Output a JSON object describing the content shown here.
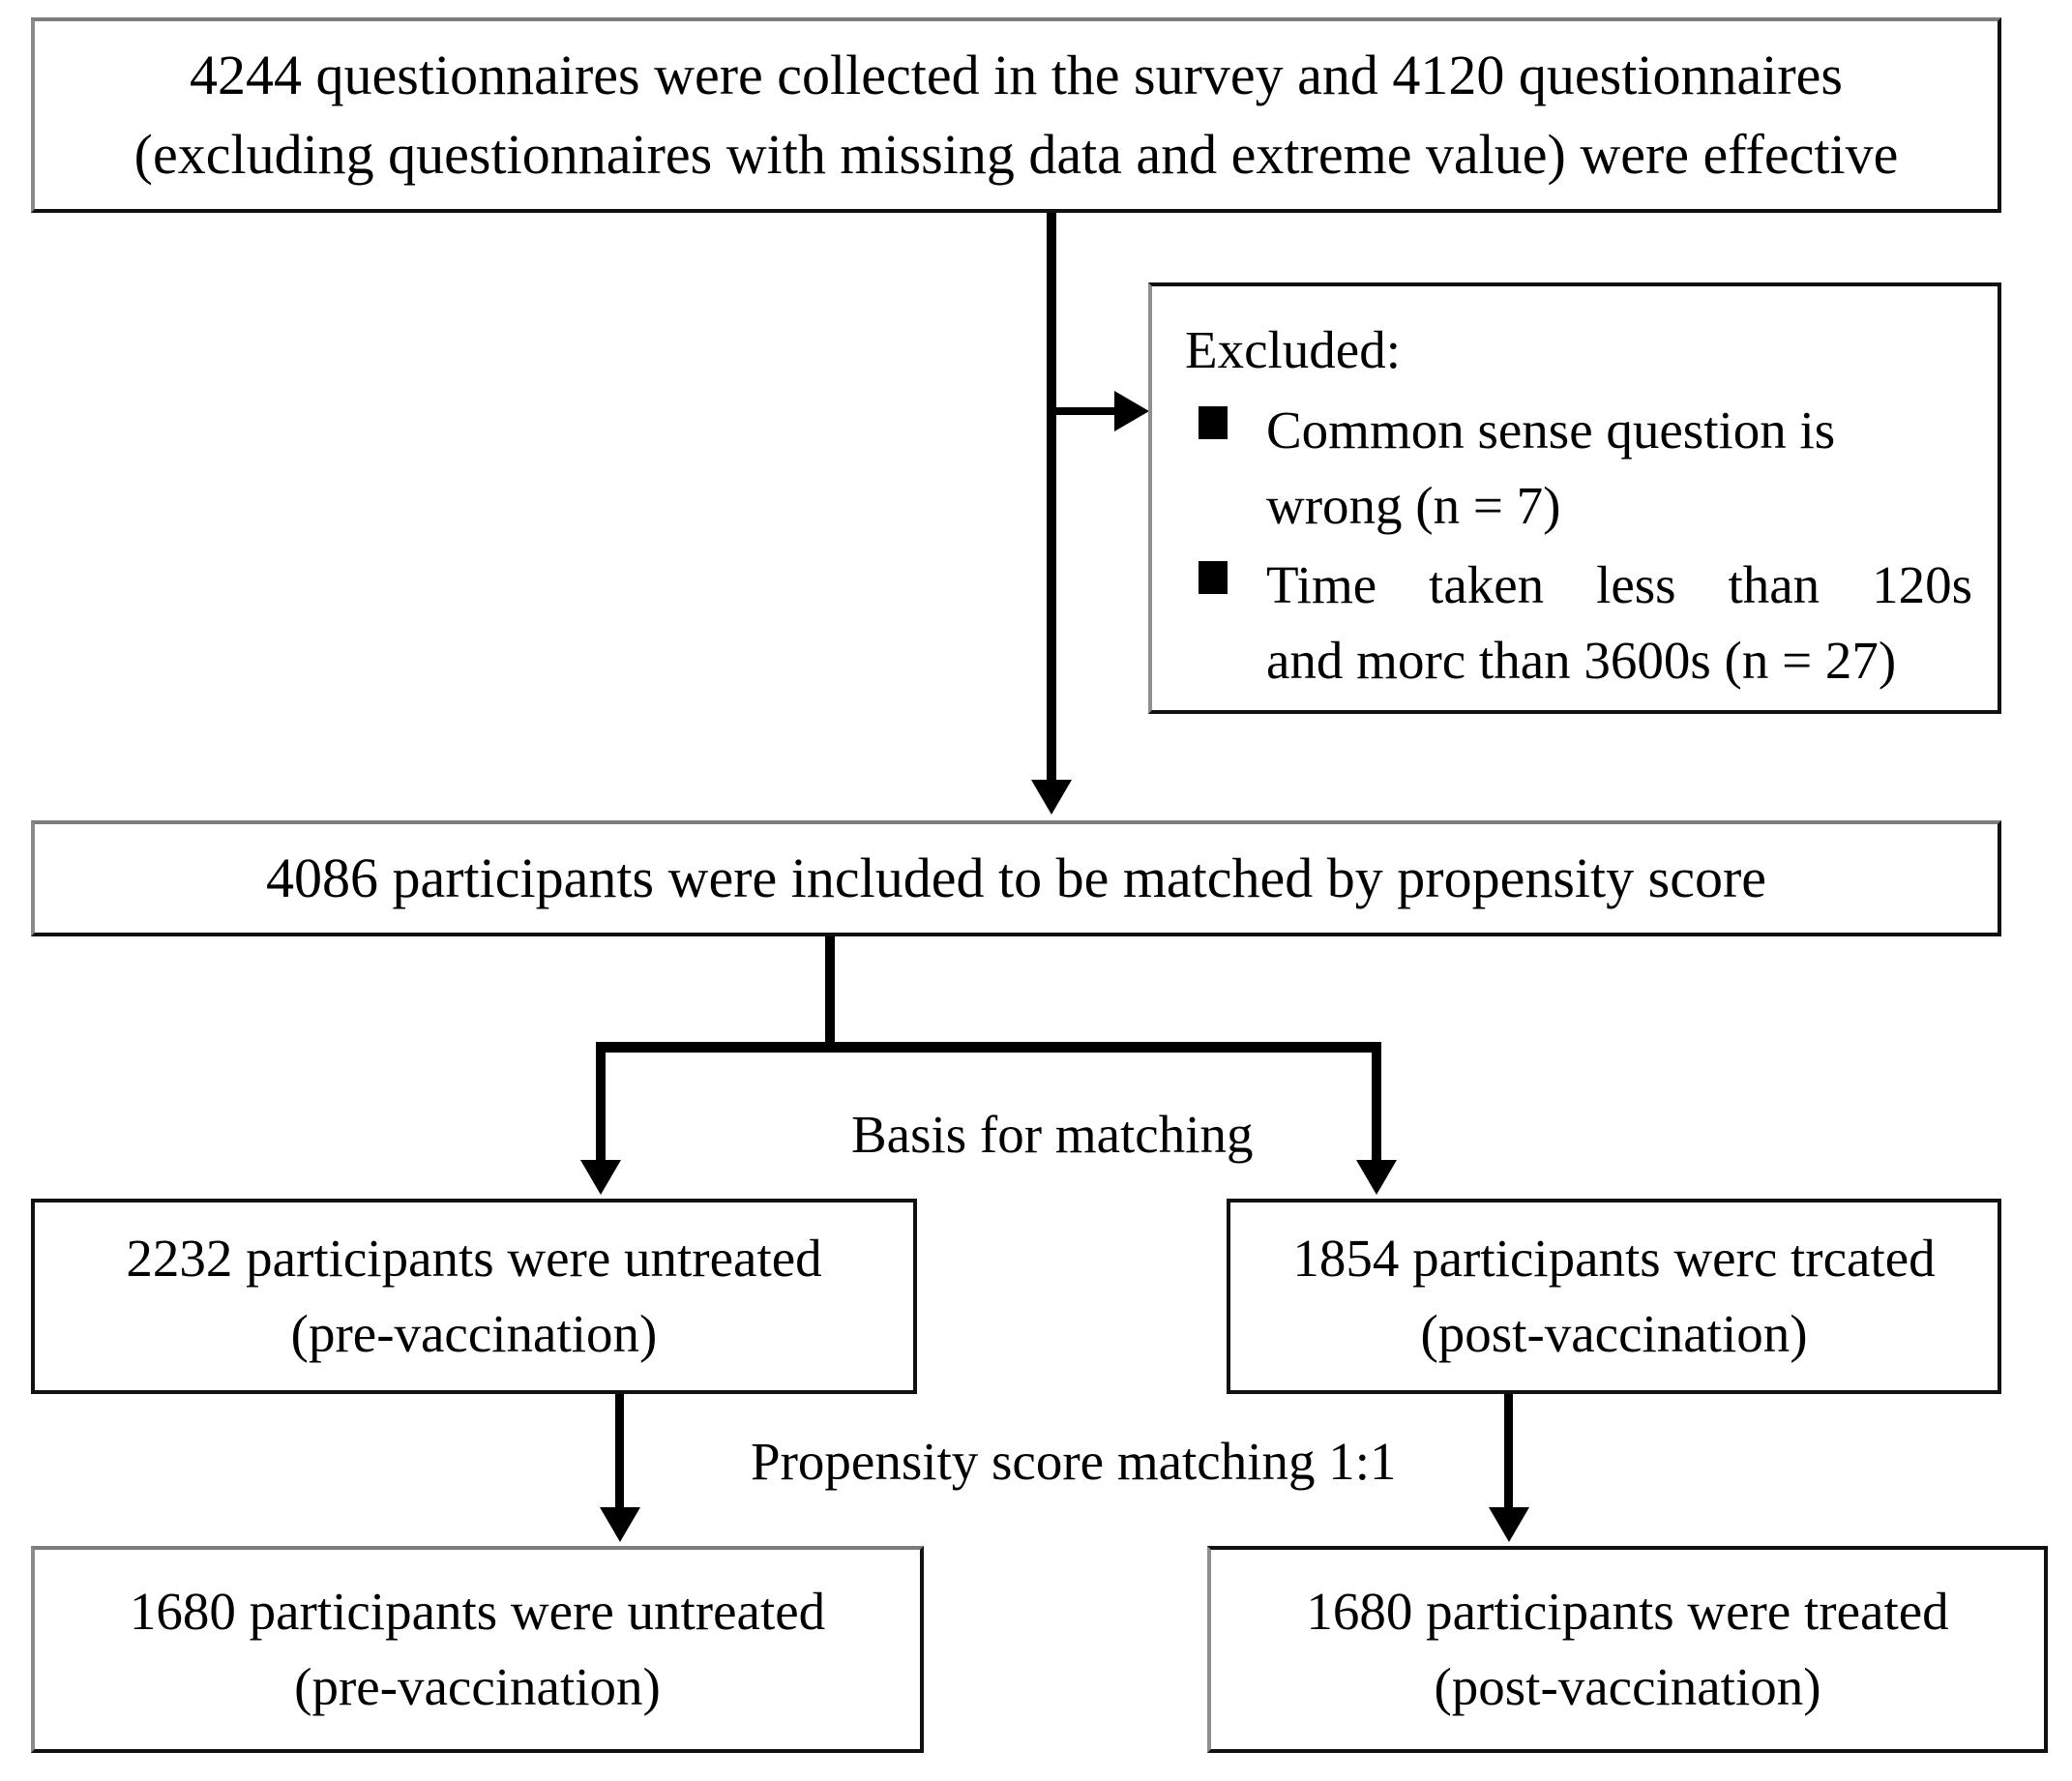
{
  "diagram": {
    "title": "Participant flow and propensity score matching flowchart",
    "colors": {
      "stroke": "#000000",
      "box_border": "#111111",
      "background": "#ffffff",
      "soft_border": "#8a8a8a"
    },
    "nodes": {
      "top": {
        "id": "collected-questionnaires",
        "lines": [
          "4244 questionnaires were collected in the survey and 4120 questionnaires",
          "(excluding questionnaires with missing data and extreme value) were effective"
        ]
      },
      "excluded": {
        "id": "excluded-criteria",
        "heading": "Excluded:",
        "items": [
          {
            "line1": "Common sense question is",
            "line2": "wrong (n = 7)"
          },
          {
            "line1": "Time taken less than 120s",
            "line2": "and morc than 3600s (n = 27)"
          }
        ]
      },
      "matched": {
        "id": "included-for-matching",
        "lines": [
          "4086 participants were included to be matched by propensity score"
        ]
      },
      "untreated_pre": {
        "id": "untreated-pre-vaccination",
        "lines": [
          "2232 participants were untreated",
          "(pre-vaccination)"
        ]
      },
      "treated_post": {
        "id": "treated-post-vaccination",
        "lines": [
          "1854 participants werc trcated",
          "(post-vaccination)"
        ]
      },
      "untreated_matched": {
        "id": "untreated-matched",
        "lines": [
          "1680 participants were untreated",
          "(pre-vaccination)"
        ]
      },
      "treated_matched": {
        "id": "treated-matched",
        "lines": [
          "1680 participants were treated",
          "(post-vaccination)"
        ]
      }
    },
    "edge_labels": {
      "basis_for_matching": "Basis for matching",
      "propensity_score_matching": "Propensity score matching 1:1"
    }
  }
}
